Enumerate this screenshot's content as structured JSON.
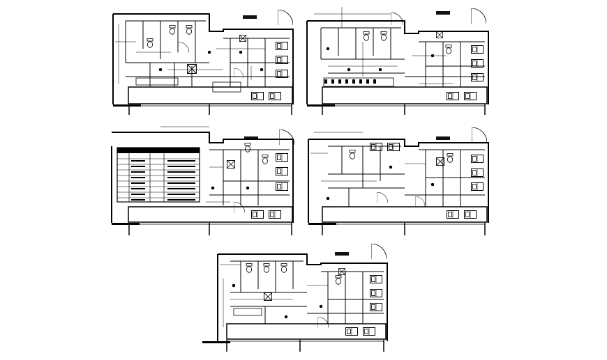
{
  "drawing": {
    "colors": {
      "background": "#ffffff",
      "ink": "#000000",
      "fill": "#1a1a1a"
    },
    "sheets": [
      {
        "id": "plan-1",
        "has_title_tag": true
      },
      {
        "id": "plan-2",
        "has_title_tag": true
      },
      {
        "id": "plan-3",
        "has_title_tag": true,
        "has_schedule_table": true
      },
      {
        "id": "plan-4",
        "has_title_tag": true
      },
      {
        "id": "plan-5",
        "has_title_tag": true
      }
    ]
  }
}
